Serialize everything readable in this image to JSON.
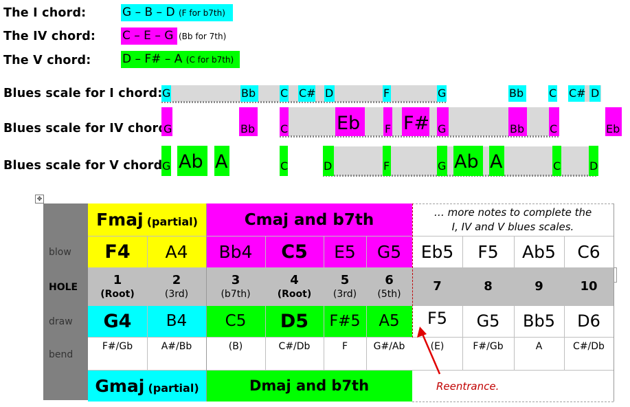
{
  "chords": [
    {
      "label": "The I chord:",
      "notes": "G – B – D",
      "note_extra": "(F for b7th)",
      "color": "#00ffff"
    },
    {
      "label": "The IV chord:",
      "notes": "C – E – G",
      "note_extra": "(Bb for 7th)",
      "color": "#ff00ff"
    },
    {
      "label": "The V chord:",
      "notes": "D – F# – A",
      "note_extra": "(C for b7th)",
      "color": "#00ff00"
    }
  ],
  "scales": {
    "labels": [
      "Blues scale for I chord:",
      "Blues scale for IV chord:",
      "Blues scale for V chord:"
    ],
    "row1": [
      "G",
      "Bb",
      "C",
      "C#",
      "D",
      "F",
      "G",
      "Bb",
      "C",
      "C#",
      "D"
    ],
    "row2": [
      "G",
      "Bb",
      "C",
      "Eb",
      "F",
      "F#",
      "G",
      "Bb",
      "C",
      "Eb"
    ],
    "row3": [
      "G",
      "Ab",
      "A",
      "C",
      "D",
      "F",
      "G",
      "Ab",
      "A",
      "C",
      "D"
    ]
  },
  "table": {
    "top_groups": {
      "fmaj": "Fmaj",
      "fmaj_suffix": "(partial)",
      "cmaj": "Cmaj and b7th",
      "more_line1": "… more notes to complete the",
      "more_line2": "I, IV and V blues scales."
    },
    "row_labels": {
      "blow": "blow",
      "hole": "HOLE",
      "draw": "draw",
      "bend": "bend"
    },
    "blow": [
      "F4",
      "A4",
      "Bb4",
      "C5",
      "E5",
      "G5",
      "Eb5",
      "F5",
      "Ab5",
      "C6"
    ],
    "holes": [
      "1",
      "2",
      "3",
      "4",
      "5",
      "6",
      "7",
      "8",
      "9",
      "10"
    ],
    "hole_subs": [
      "(Root)",
      "(3rd)",
      "(b7th)",
      "(Root)",
      "(3rd)",
      "(5th)"
    ],
    "draw": [
      "G4",
      "B4",
      "C5",
      "D5",
      "F#5",
      "A5",
      "F5",
      "G5",
      "Bb5",
      "D6"
    ],
    "bend": [
      "F#/Gb",
      "A#/Bb",
      "(B)",
      "C#/Db",
      "F",
      "G#/Ab",
      "(E)",
      "F#/Gb",
      "A",
      "C#/Db"
    ],
    "bottom_groups": {
      "gmaj": "Gmaj",
      "gmaj_suffix": "(partial)",
      "dmaj": "Dmaj and b7th"
    },
    "annotation": "Reentrance."
  },
  "colors": {
    "cyan": "#00ffff",
    "magenta": "#ff00ff",
    "green": "#00ff00",
    "yellow": "#ffff00",
    "accent_red": "#c00000"
  }
}
